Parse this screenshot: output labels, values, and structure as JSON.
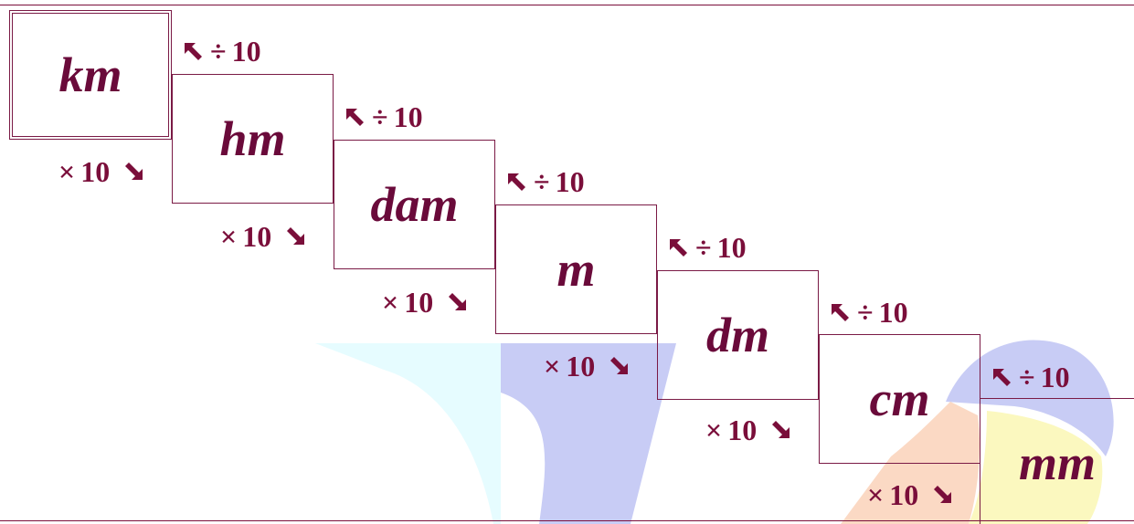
{
  "units": [
    "km",
    "hm",
    "dam",
    "m",
    "dm",
    "cm",
    "mm"
  ],
  "divide_ops": [
    {
      "arrow_icon": "arrow-up-left-icon",
      "symbol": "÷",
      "value": "10"
    },
    {
      "arrow_icon": "arrow-up-left-icon",
      "symbol": "÷",
      "value": "10"
    },
    {
      "arrow_icon": "arrow-up-left-icon",
      "symbol": "÷",
      "value": "10"
    },
    {
      "arrow_icon": "arrow-up-left-icon",
      "symbol": "÷",
      "value": "10"
    },
    {
      "arrow_icon": "arrow-up-left-icon",
      "symbol": "÷",
      "value": "10"
    },
    {
      "arrow_icon": "arrow-up-left-icon",
      "symbol": "÷",
      "value": "10"
    }
  ],
  "multiply_ops": [
    {
      "symbol": "×",
      "value": "10",
      "arrow_icon": "arrow-down-right-icon"
    },
    {
      "symbol": "×",
      "value": "10",
      "arrow_icon": "arrow-down-right-icon"
    },
    {
      "symbol": "×",
      "value": "10",
      "arrow_icon": "arrow-down-right-icon"
    },
    {
      "symbol": "×",
      "value": "10",
      "arrow_icon": "arrow-down-right-icon"
    },
    {
      "symbol": "×",
      "value": "10",
      "arrow_icon": "arrow-down-right-icon"
    },
    {
      "symbol": "×",
      "value": "10",
      "arrow_icon": "arrow-down-right-icon"
    }
  ],
  "colors": {
    "text": "#6a0a3a",
    "border": "#7a1a45",
    "watermark_cyan": "#e6fcff",
    "watermark_blue": "#c8ccf5",
    "watermark_orange": "#fbd9c4",
    "watermark_yellow": "#fbf8bf"
  }
}
